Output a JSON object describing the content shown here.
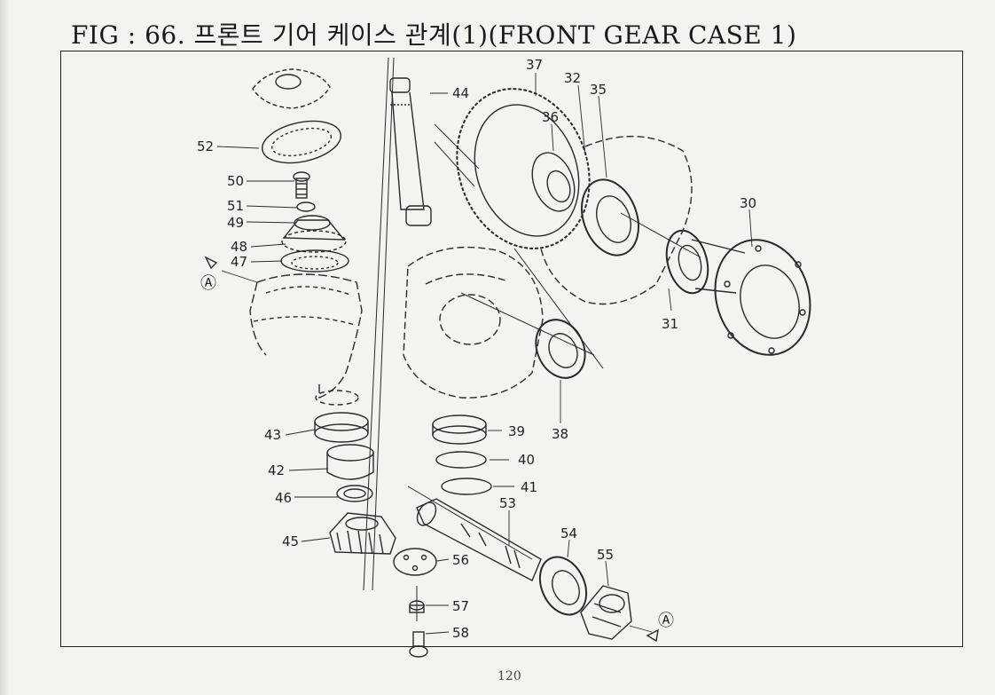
{
  "page": {
    "title": "FIG : 66. 프론트 기어 케이스 관계(1)(FRONT GEAR CASE 1)",
    "page_number": "120"
  },
  "callouts": {
    "n30": "30",
    "n31": "31",
    "n32": "32",
    "n35": "35",
    "n36": "36",
    "n37": "37",
    "n38": "38",
    "n39": "39",
    "n40": "40",
    "n41": "41",
    "n42": "42",
    "n43": "43",
    "n44": "44",
    "n45": "45",
    "n46": "46",
    "n47": "47",
    "n48": "48",
    "n49": "49",
    "n50": "50",
    "n51": "51",
    "n52": "52",
    "n53": "53",
    "n54": "54",
    "n55": "55",
    "n56": "56",
    "n57": "57",
    "n58": "58",
    "ref_a": "Ⓐ"
  }
}
